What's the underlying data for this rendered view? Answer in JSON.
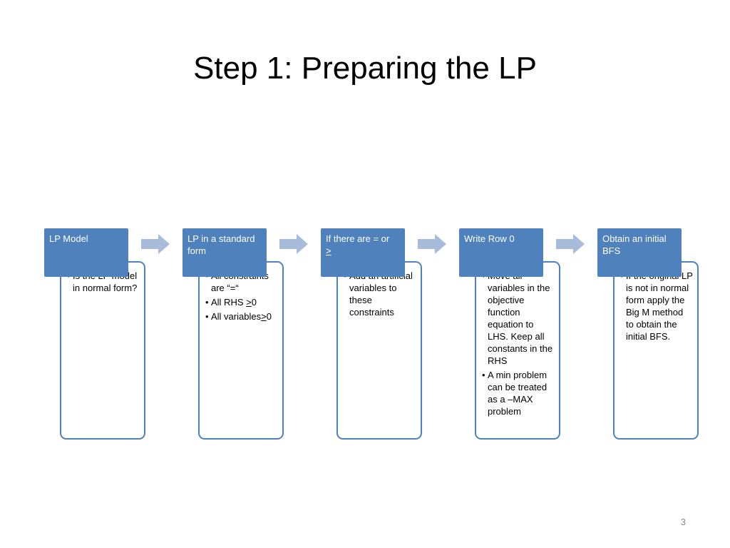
{
  "title": "Step 1: Preparing the LP",
  "page_number": "3",
  "colors": {
    "header_fill": "#4f81bd",
    "body_border": "#4f81bd",
    "arrow_fill": "#a7bbdb"
  },
  "steps": [
    {
      "header": "LP Model",
      "bullets": [
        {
          "parts": [
            {
              "text": "Is the LP model in normal form?"
            }
          ]
        }
      ]
    },
    {
      "header": "LP in a standard form",
      "bullets": [
        {
          "parts": [
            {
              "text": "All constraints are “=“"
            }
          ]
        },
        {
          "parts": [
            {
              "text": "All RHS "
            },
            {
              "text": ">",
              "u": true
            },
            {
              "text": "0"
            }
          ]
        },
        {
          "parts": [
            {
              "text": "All variables"
            },
            {
              "text": ">",
              "u": true
            },
            {
              "text": "0"
            }
          ]
        }
      ]
    },
    {
      "header": "If there are = or",
      "header_extra": ">",
      "bullets": [
        {
          "parts": [
            {
              "text": "Add an artificial variables to these constraints"
            }
          ]
        }
      ]
    },
    {
      "header": "Write Row 0",
      "bullets": [
        {
          "parts": [
            {
              "text": "Move all variables in the objective function equation to LHS. Keep all constants in the RHS"
            }
          ]
        },
        {
          "parts": [
            {
              "text": "A min problem can be treated as a –MAX problem"
            }
          ]
        }
      ]
    },
    {
      "header": "Obtain an initial BFS",
      "bullets": [
        {
          "parts": [
            {
              "text": "If the original LP is not in normal form apply the Big M method to obtain the initial BFS."
            }
          ]
        }
      ]
    }
  ],
  "arrows": [
    {
      "icon": "right-arrow-icon"
    },
    {
      "icon": "right-arrow-icon"
    },
    {
      "icon": "right-arrow-icon"
    },
    {
      "icon": "right-arrow-icon"
    }
  ]
}
